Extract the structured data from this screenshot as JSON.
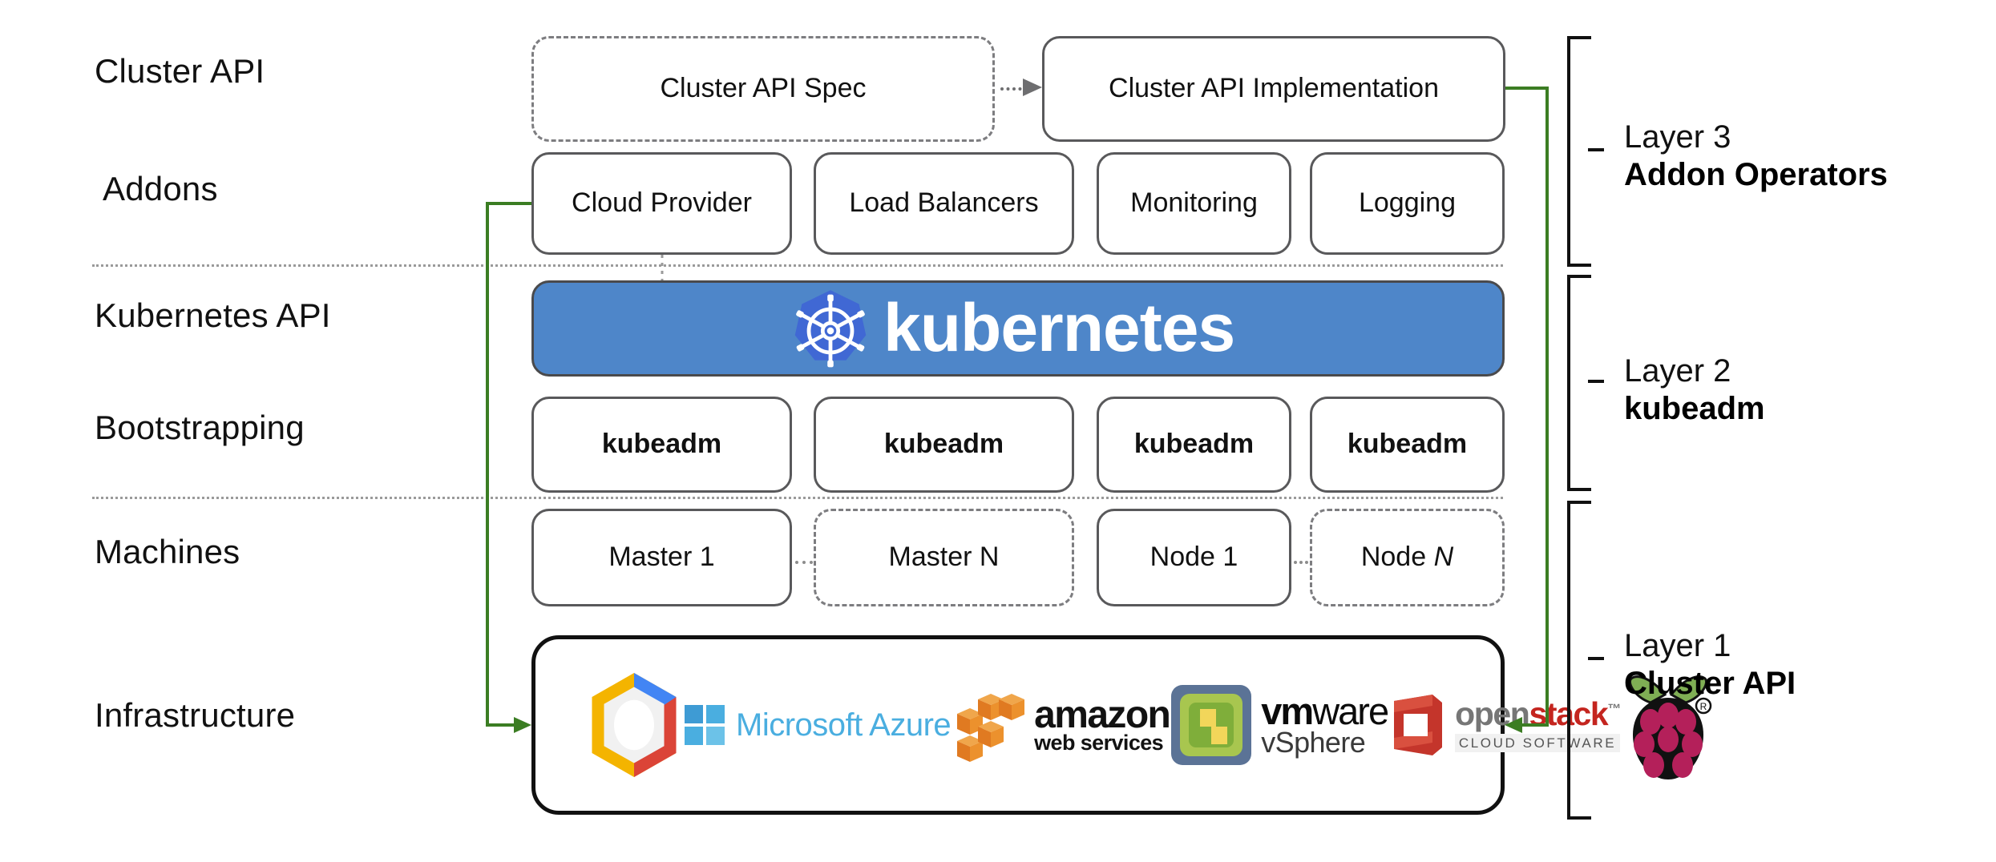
{
  "diagram": {
    "title": "Kubernetes Cluster API layered architecture",
    "accent_green": "#3b7d23",
    "k8s_blue": "#4e86c9",
    "k8s_logo_blue": "#4068d4"
  },
  "row_labels": [
    {
      "id": "cluster-api",
      "text": "Cluster API"
    },
    {
      "id": "addons",
      "text": "Addons"
    },
    {
      "id": "kubernetes-api",
      "text": "Kubernetes API"
    },
    {
      "id": "bootstrapping",
      "text": "Bootstrapping"
    },
    {
      "id": "machines",
      "text": "Machines"
    },
    {
      "id": "infrastructure",
      "text": "Infrastructure"
    }
  ],
  "cluster_api_row": {
    "spec_box": {
      "label": "Cluster API Spec",
      "style": "dashed"
    },
    "impl_box": {
      "label": "Cluster API Implementation",
      "style": "solid"
    },
    "connector": "dotted-arrow-right"
  },
  "addons_row": {
    "boxes": [
      {
        "label": "Cloud Provider",
        "style": "solid"
      },
      {
        "label": "Load Balancers",
        "style": "solid"
      },
      {
        "label": "Monitoring",
        "style": "solid"
      },
      {
        "label": "Logging",
        "style": "solid"
      }
    ]
  },
  "kubernetes_row": {
    "banner_text": "kubernetes",
    "logo_name": "kubernetes-helm-wheel-icon"
  },
  "bootstrapping_row": {
    "boxes": [
      {
        "label": "kubeadm",
        "style": "solid"
      },
      {
        "label": "kubeadm",
        "style": "solid"
      },
      {
        "label": "kubeadm",
        "style": "solid"
      },
      {
        "label": "kubeadm",
        "style": "solid"
      }
    ]
  },
  "machines_row": {
    "boxes": [
      {
        "label": "Master 1",
        "style": "solid",
        "italic_suffix": ""
      },
      {
        "label": "Master N",
        "style": "dashed",
        "italic_suffix": ""
      },
      {
        "label": "Node 1",
        "style": "solid",
        "italic_suffix": ""
      },
      {
        "label": "Node ",
        "style": "dashed",
        "italic_suffix": "N"
      }
    ]
  },
  "infrastructure_row": {
    "logos": [
      {
        "name": "google-cloud-logo",
        "label": "Google Cloud"
      },
      {
        "name": "microsoft-azure-logo",
        "label": "Microsoft Azure"
      },
      {
        "name": "amazon-web-services-logo",
        "label_top": "amazon",
        "label_bottom": "web services"
      },
      {
        "name": "vmware-vsphere-logo",
        "label_top_bold": "vm",
        "label_top_light": "ware",
        "label_bottom": "vSphere"
      },
      {
        "name": "openstack-logo",
        "label_open": "open",
        "label_stack": "stack",
        "label_tm": "™",
        "label_bottom": "CLOUD SOFTWARE"
      },
      {
        "name": "raspberry-pi-logo",
        "label": "Raspberry Pi"
      }
    ]
  },
  "layers": [
    {
      "id": "layer-3",
      "top": "Layer 3",
      "bottom": "Addon Operators"
    },
    {
      "id": "layer-2",
      "top": "Layer 2",
      "bottom": "kubeadm"
    },
    {
      "id": "layer-1",
      "top": "Layer 1",
      "bottom": "Cluster API"
    }
  ]
}
